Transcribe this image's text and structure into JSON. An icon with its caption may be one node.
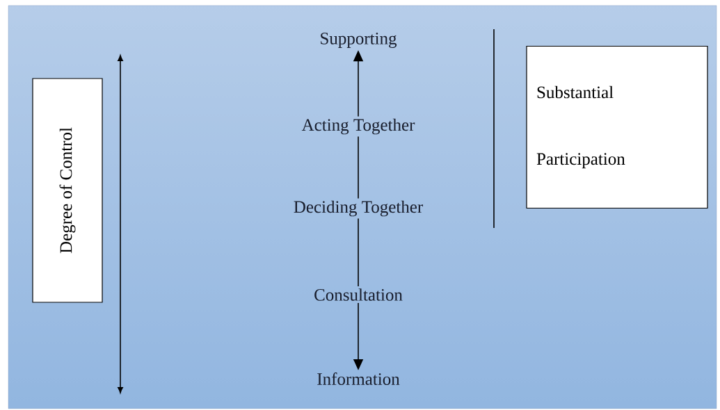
{
  "diagram": {
    "nodes": [
      {
        "text": [
          "Degree of Control"
        ]
      },
      {
        "text": [
          "Supporting"
        ]
      },
      {
        "text": [
          "Acting Together"
        ]
      },
      {
        "text": [
          "Deciding Together"
        ]
      },
      {
        "text": [
          "Consultation"
        ]
      },
      {
        "text": [
          "Information"
        ]
      },
      {
        "text": [
          "Substantial",
          "Participation"
        ]
      }
    ],
    "edges": [
      {
        "from": 2,
        "to": 1,
        "arrow": "to"
      },
      {
        "from": 3,
        "to": 2,
        "arrow": "none"
      },
      {
        "from": 4,
        "to": 3,
        "arrow": "none"
      },
      {
        "from": 4,
        "to": 5,
        "arrow": "to"
      }
    ]
  }
}
